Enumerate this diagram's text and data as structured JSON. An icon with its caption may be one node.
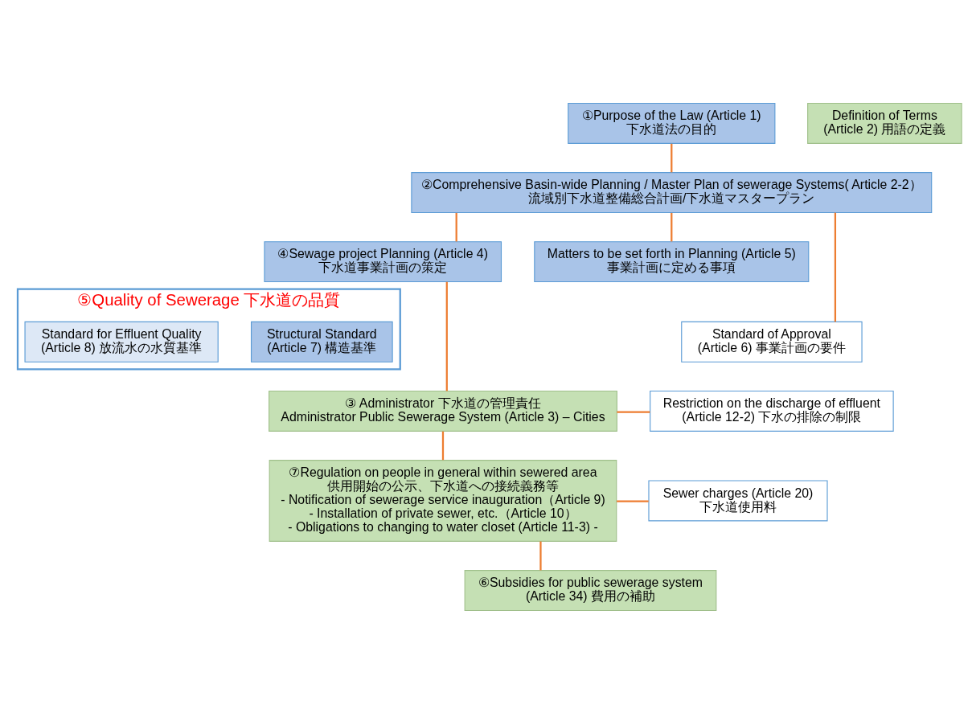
{
  "diagram": {
    "nodes": [
      {
        "text": [
          "①Purpose of the Law (Article 1)",
          "下水道法の目的"
        ]
      },
      {
        "text": [
          "Definition of Terms",
          "(Article 2) 用語の定義"
        ]
      },
      {
        "text": [
          "②Comprehensive Basin-wide Planning / Master Plan of sewerage Systems( Article 2-2）",
          "流域別下水道整備総合計画/下水道マスタープラン"
        ]
      },
      {
        "text": [
          "④Sewage project Planning (Article 4)",
          "下水道事業計画の策定"
        ]
      },
      {
        "text": [
          "Matters to be set forth in Planning (Article 5)",
          "事業計画に定める事項"
        ]
      },
      {
        "text": [
          "⑤Quality of Sewerage 下水道の品質"
        ]
      },
      {
        "text": [
          "Structural Standard",
          "(Article 7) 構造基準"
        ],
        "in": 5
      },
      {
        "text": [
          "Standard for Effluent Quality",
          "(Article 8) 放流水の水質基準"
        ],
        "in": 5
      },
      {
        "text": [
          "Standard of Approval",
          "(Article 6) 事業計画の要件"
        ]
      },
      {
        "text": [
          "③ Administrator 下水道の管理責任",
          "Administrator Public Sewerage System (Article 3) – Cities"
        ]
      },
      {
        "text": [
          "Restriction on the discharge of effluent",
          "(Article 12-2) 下水の排除の制限"
        ]
      },
      {
        "text": [
          "⑦Regulation on people in general within sewered area",
          "供用開始の公示、下水道への接続義務等",
          "- Notification of sewerage service inauguration（Article 9)",
          "- Installation of private sewer, etc.（Article 10）",
          "- Obligations to changing to water closet (Article 11-3) -"
        ]
      },
      {
        "text": [
          "Sewer charges (Article 20)",
          "下水道使用料"
        ]
      },
      {
        "text": [
          "⑥Subsidies for public sewerage system",
          "(Article 34) 費用の補助"
        ]
      }
    ],
    "edges": [
      {
        "from": 0,
        "to": 2,
        "arrow": "none"
      },
      {
        "from": 2,
        "to": 3,
        "arrow": "none"
      },
      {
        "from": 2,
        "to": 4,
        "arrow": "none"
      },
      {
        "from": 2,
        "to": 8,
        "arrow": "none"
      },
      {
        "from": 3,
        "to": 9,
        "arrow": "none"
      },
      {
        "from": 9,
        "to": 10,
        "arrow": "none"
      },
      {
        "from": 9,
        "to": 11,
        "arrow": "none"
      },
      {
        "from": 11,
        "to": 12,
        "arrow": "none"
      },
      {
        "from": 11,
        "to": 13,
        "arrow": "none"
      }
    ]
  }
}
